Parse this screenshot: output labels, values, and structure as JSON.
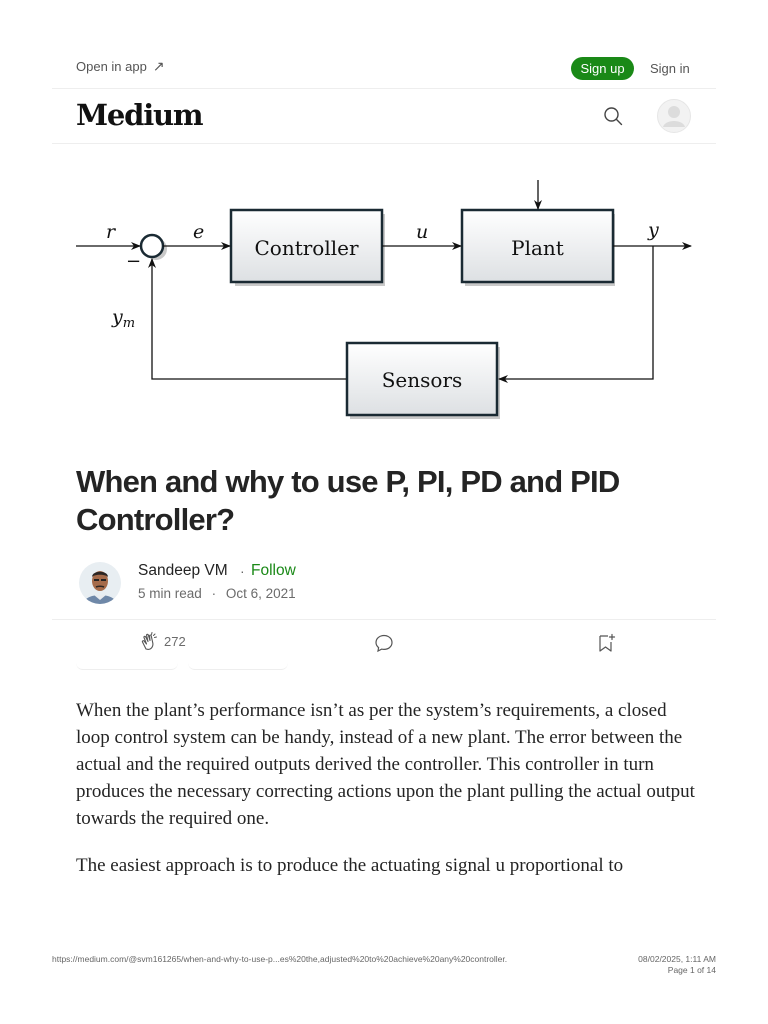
{
  "header": {
    "open_in_app": "Open in app",
    "open_in_app_arrow": "↗",
    "sign_up": "Sign up",
    "sign_in": "Sign in",
    "logo": "Medium"
  },
  "diagram": {
    "blocks": {
      "controller": "Controller",
      "plant": "Plant",
      "sensors": "Sensors"
    },
    "signals": {
      "r": "r",
      "e": "e",
      "u": "u",
      "y": "y",
      "ym_base": "y",
      "ym_sub": "m",
      "minus": "−"
    }
  },
  "article": {
    "title": "When and why to use P, PI, PD and PID Controller?",
    "author": "Sandeep VM",
    "separator": "·",
    "follow": "Follow",
    "read_time": "5 min read",
    "date": "Oct 6, 2021",
    "claps": "272",
    "paragraphs": [
      "When the plant’s performance isn’t as per the system’s requirements, a closed loop control system can be handy, instead of a new plant. The error between the actual and the required outputs derived the controller. This controller in turn produces the necessary correcting actions upon the plant pulling the actual output towards the required one.",
      "The easiest approach is to produce the actuating signal u proportional to"
    ]
  },
  "footer": {
    "url": "https://medium.com/@svm161265/when-and-why-to-use-p...es%20the,adjusted%20to%20achieve%20any%20controller.",
    "datetime": "08/02/2025, 1:11 AM",
    "page": "Page 1 of 14"
  },
  "icons": {
    "search": "search-icon",
    "avatar": "user-avatar-icon",
    "clap": "clap-icon",
    "comment": "comment-icon",
    "bookmark": "bookmark-add-icon"
  },
  "colors": {
    "brand_green": "#1a8917",
    "text": "#242424",
    "muted": "#6b6b6b"
  }
}
